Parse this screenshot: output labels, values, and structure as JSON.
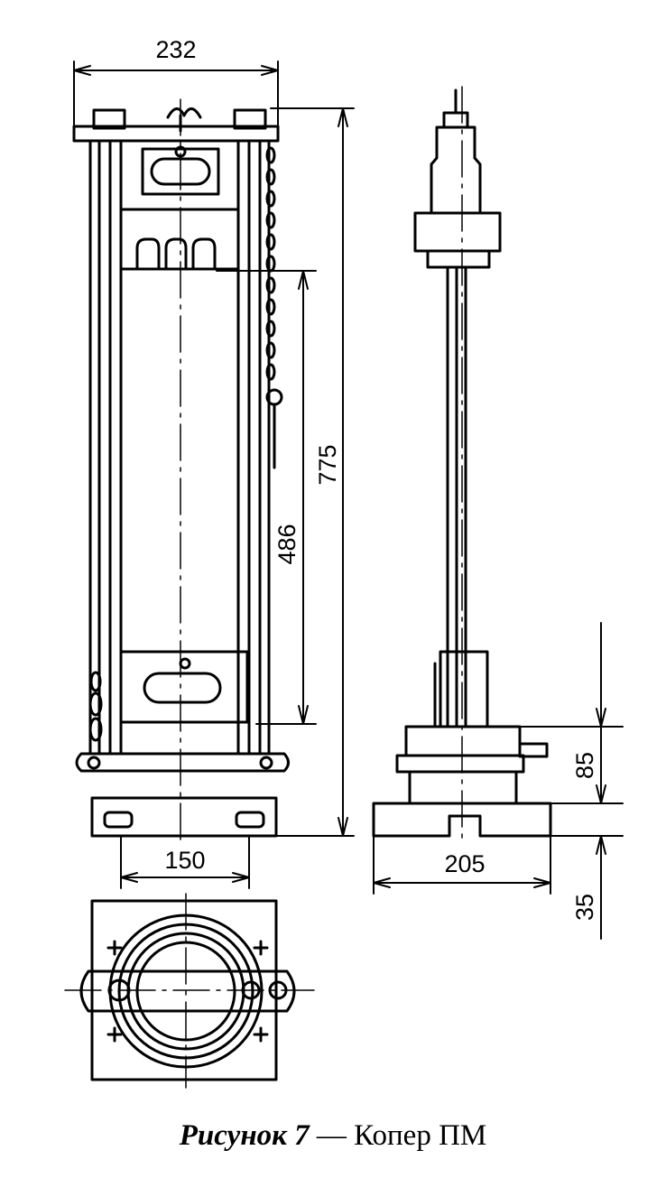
{
  "dimensions": {
    "overall_width": "232",
    "overall_height": "775",
    "drop_height": "486",
    "base_width": "150",
    "side_width": "205",
    "side_upper_height": "85",
    "side_base_height": "35"
  },
  "caption": {
    "figure_label": "Рисунок 7",
    "separator": " — ",
    "title": "Копер ПМ"
  }
}
